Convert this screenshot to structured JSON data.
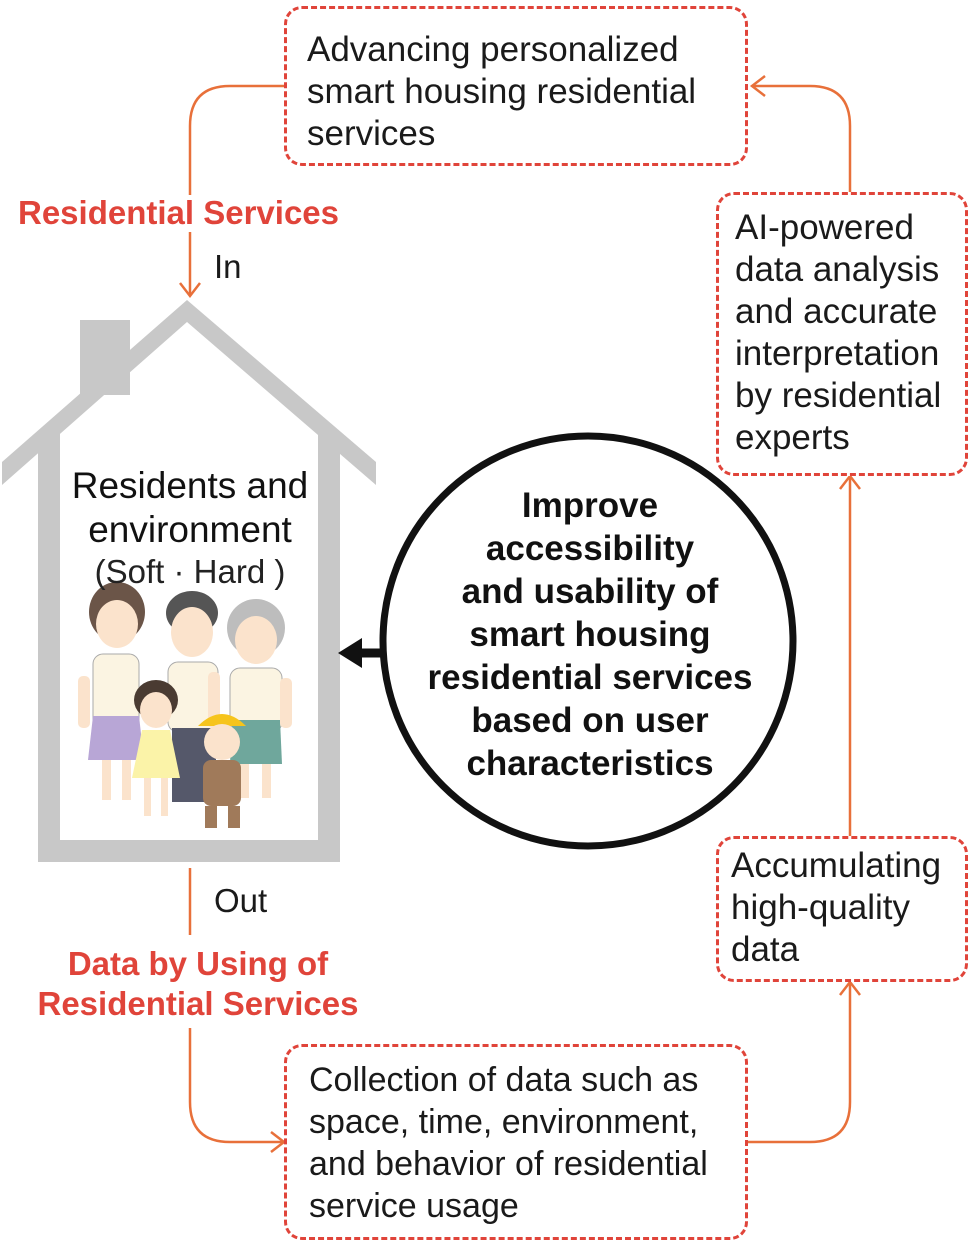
{
  "boxes": {
    "top": [
      "Advancing personalized",
      "smart housing residential",
      "services"
    ],
    "ai": [
      "AI-powered",
      "data analysis",
      "and accurate",
      "interpretation",
      "by residential",
      "experts"
    ],
    "accumulate": [
      "Accumulating",
      "high-quality",
      "data"
    ],
    "collection": [
      "Collection of data such as",
      "space, time, environment,",
      "and behavior of residential",
      "service usage"
    ]
  },
  "labels": {
    "residential_services": "Residential Services",
    "in": "In",
    "out": "Out",
    "data_by_using_line1": "Data by Using of",
    "data_by_using_line2": "Residential Services"
  },
  "house": {
    "title_line1": "Residents and",
    "title_line2": "environment",
    "subtitle": "(Soft · Hard )"
  },
  "center": {
    "lines": [
      "Improve",
      "accessibility",
      "and usability of",
      "smart housing",
      "residential services",
      "based on user",
      "characteristics"
    ]
  },
  "colors": {
    "accent_red": "#e0443a",
    "flow_orange": "#e8703a",
    "house_gray": "#c8c8c8",
    "black": "#111111"
  }
}
